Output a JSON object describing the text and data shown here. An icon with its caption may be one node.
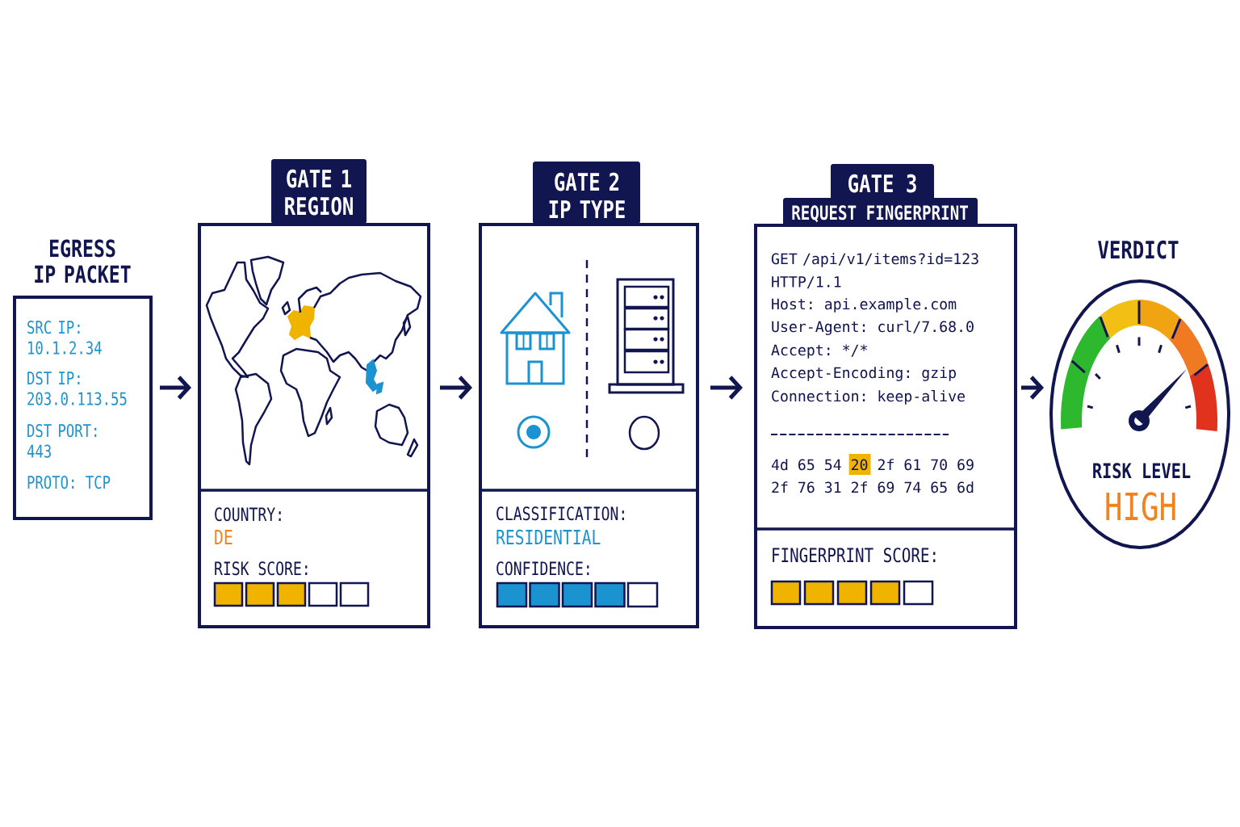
{
  "diagram": {
    "nodes": [
      {
        "text": [
          "EGRESS IP PACKET",
          "SRC IP: 10.1.2.34",
          "DST IP: 203.0.113.55",
          "DST PORT: 443",
          "PROTO: TCP"
        ]
      },
      {
        "text": [
          "GATE 1 REGION",
          "COUNTRY:",
          "DE",
          "RISK SCORE:"
        ]
      },
      {
        "text": [
          "GATE 2 IP TYPE",
          "CLASSIFICATION:",
          "RESIDENTIAL",
          "CONFIDENCE:"
        ]
      },
      {
        "text": [
          "GATE 3",
          "REQUEST FINGERPRINT",
          "GET /api/v1/items?id=123 HTTP/1.1",
          "Host: api.example.com",
          "User-Agent: curl/7.68.0",
          "Accept: */*",
          "Accept-Encoding: gzip",
          "Connection: keep-alive",
          "4d 65 54 20 2f 61 70 69",
          "2f 76 31 2f 69 74 65 6d",
          "FINGERPRINT SCORE:"
        ]
      },
      {
        "text": [
          "VERDICT",
          "RISK LEVEL",
          "HIGH"
        ]
      }
    ],
    "edges": [
      {
        "from": 0,
        "to": 1,
        "arrow": "to"
      },
      {
        "from": 1,
        "to": 2,
        "arrow": "to"
      },
      {
        "from": 2,
        "to": 3,
        "arrow": "to"
      },
      {
        "from": 3,
        "to": 4,
        "arrow": "to"
      }
    ]
  }
}
